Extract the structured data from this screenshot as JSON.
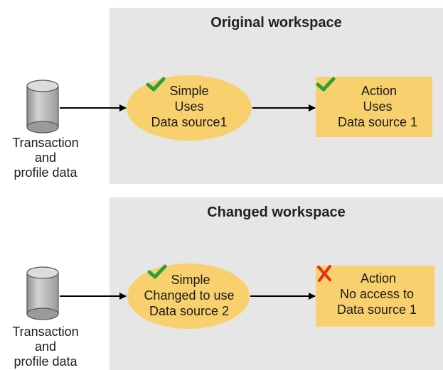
{
  "colors": {
    "panel": "#e6e6e6",
    "node_fill": "#f9d06e",
    "check": "#2e9e3c",
    "cross": "#e0301e",
    "cylinder": "#b5b5b5"
  },
  "panels": [
    {
      "title": "Original workspace",
      "source": {
        "label_lines": [
          "Transaction",
          "and",
          "profile data"
        ],
        "icon": "database-icon"
      },
      "simple": {
        "status_icon": "check-icon",
        "lines": [
          "Simple",
          "Uses",
          "Data source1"
        ]
      },
      "action": {
        "status_icon": "check-icon",
        "lines": [
          "Action",
          "Uses",
          "Data source 1"
        ]
      }
    },
    {
      "title": "Changed workspace",
      "source": {
        "label_lines": [
          "Transaction",
          "and",
          "profile data"
        ],
        "icon": "database-icon"
      },
      "simple": {
        "status_icon": "check-icon",
        "lines": [
          "Simple",
          "Changed to use",
          "Data source 2"
        ]
      },
      "action": {
        "status_icon": "cross-icon",
        "lines": [
          "Action",
          "No access to",
          "Data source 1"
        ]
      }
    }
  ]
}
